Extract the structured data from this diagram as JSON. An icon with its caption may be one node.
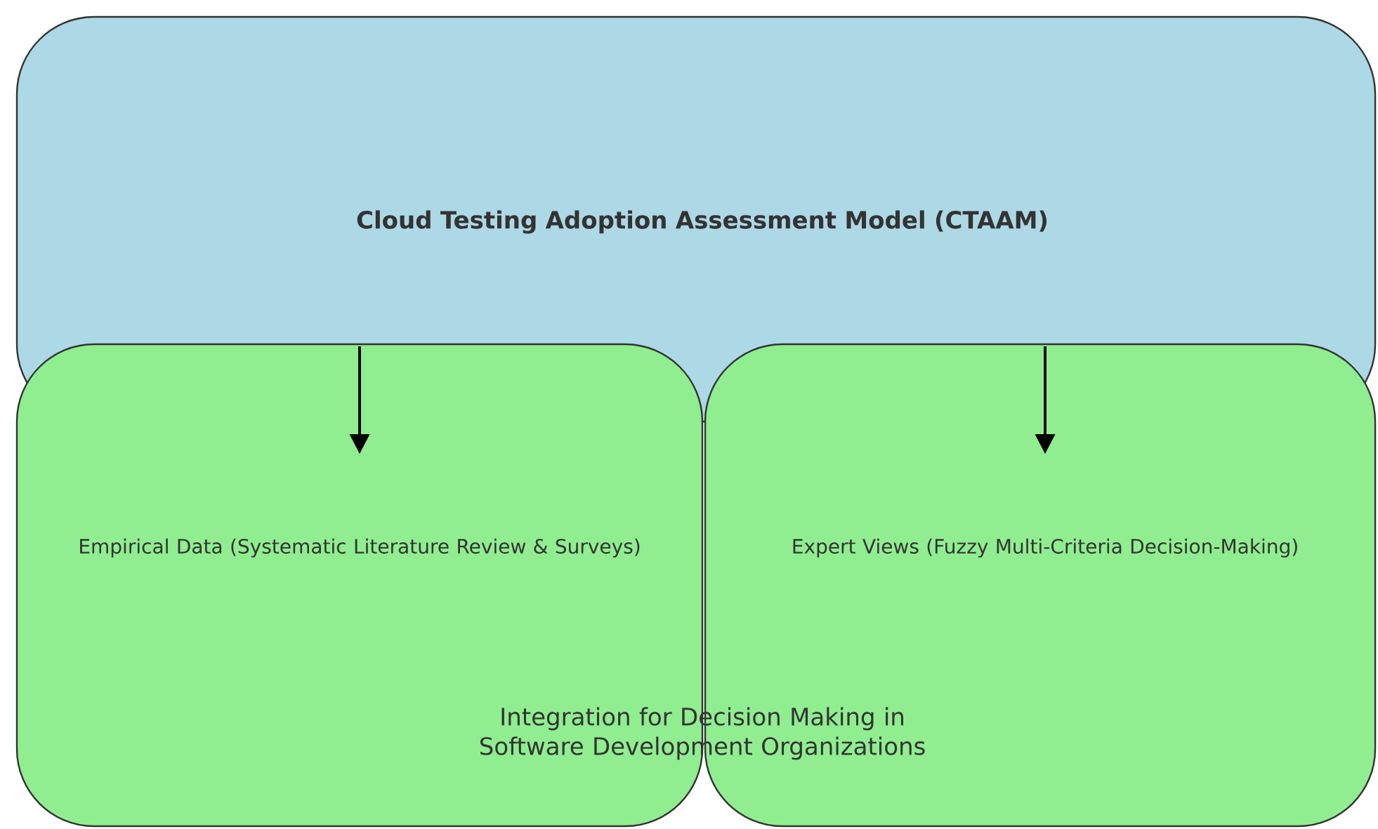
{
  "diagram": {
    "nodes": [
      {
        "text": [
          "Cloud Testing Adoption Assessment Model (CTAAM)"
        ]
      },
      {
        "text": [
          "Empirical Data (Systematic Literature Review & Surveys)"
        ]
      },
      {
        "text": [
          "Expert Views (Fuzzy Multi-Criteria Decision-Making)"
        ]
      }
    ],
    "edges": [
      {
        "from": 0,
        "to": 1,
        "arrow": "to"
      },
      {
        "from": 0,
        "to": 2,
        "arrow": "to"
      }
    ],
    "labels": [
      "Integration for Decision Making in Software Development Organizations"
    ]
  }
}
